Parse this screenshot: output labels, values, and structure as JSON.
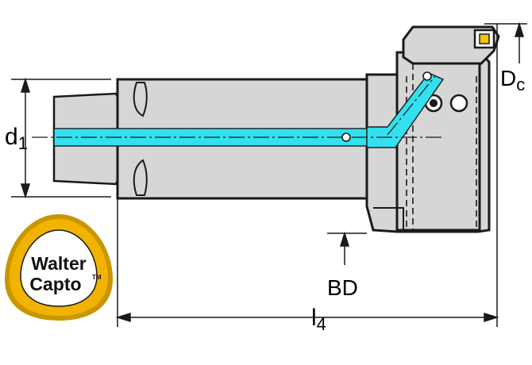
{
  "dimensions": {
    "d1": {
      "main": "d",
      "sub": "1"
    },
    "dc": {
      "main": "D",
      "sub": "c"
    },
    "bd": {
      "main": "BD"
    },
    "l4": {
      "main": "l",
      "sub": "4"
    }
  },
  "logo": {
    "line1": "Walter",
    "line2": "Capto",
    "trademark": "TM"
  },
  "colors": {
    "body_fill": "#d6d6d6",
    "outline": "#1a1a1a",
    "coolant": "#33e0ee",
    "logo_ring": "#f2b300",
    "logo_ring_dark": "#c99600"
  }
}
